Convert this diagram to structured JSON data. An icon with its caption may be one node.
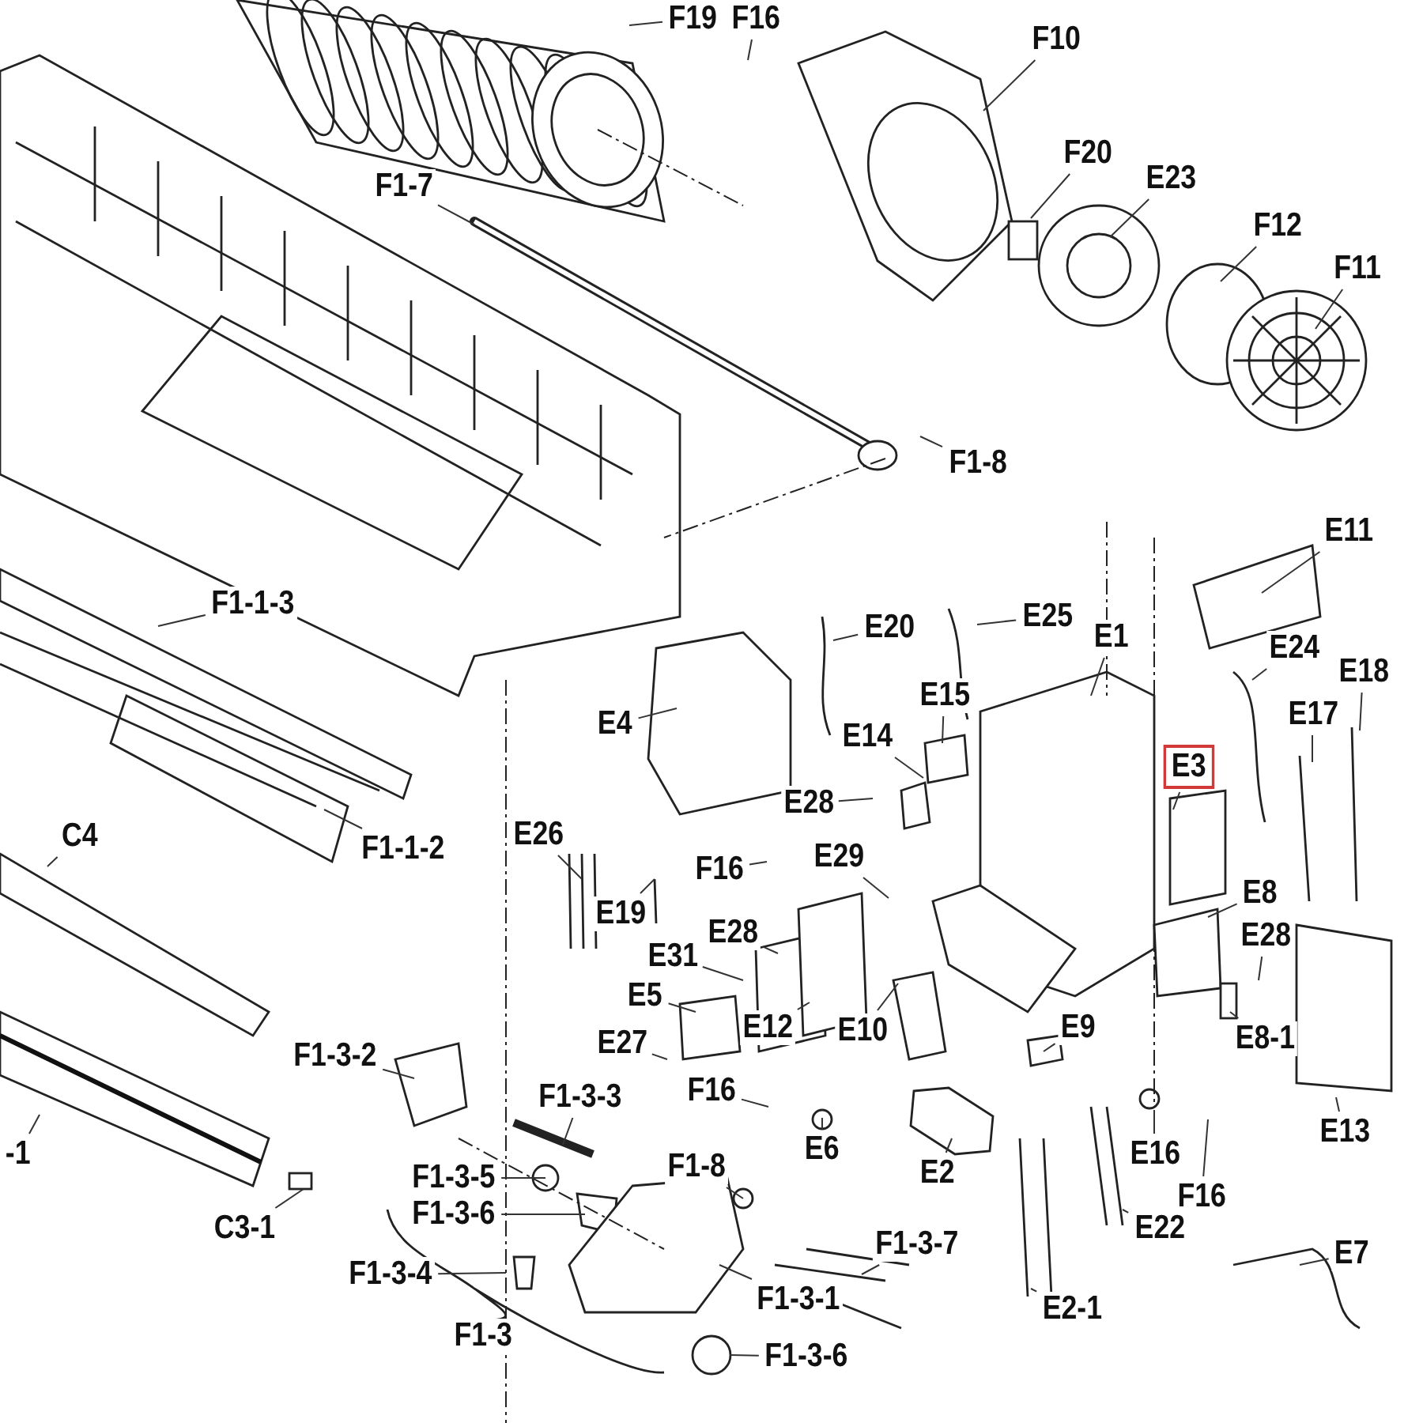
{
  "diagram": {
    "nodes": [
      {
        "text": [
          "F19"
        ]
      },
      {
        "text": [
          "F16"
        ]
      },
      {
        "text": [
          "F10"
        ]
      },
      {
        "text": [
          "F20"
        ]
      },
      {
        "text": [
          "E23"
        ]
      },
      {
        "text": [
          "F12"
        ]
      },
      {
        "text": [
          "F11"
        ]
      },
      {
        "text": [
          "F1-7"
        ]
      },
      {
        "text": [
          "F1-8"
        ]
      },
      {
        "text": [
          "F1-1-3"
        ]
      },
      {
        "text": [
          "F1-1-2"
        ]
      },
      {
        "text": [
          "C4"
        ]
      },
      {
        "text": [
          "-1"
        ]
      },
      {
        "text": [
          "E11"
        ]
      },
      {
        "text": [
          "E24"
        ]
      },
      {
        "text": [
          "E17"
        ]
      },
      {
        "text": [
          "E18"
        ]
      },
      {
        "text": [
          "E1"
        ]
      },
      {
        "text": [
          "E25"
        ]
      },
      {
        "text": [
          "E20"
        ]
      },
      {
        "text": [
          "E4"
        ]
      },
      {
        "text": [
          "E15"
        ]
      },
      {
        "text": [
          "E14"
        ]
      },
      {
        "text": [
          "E28"
        ]
      },
      {
        "text": [
          "E3"
        ]
      },
      {
        "text": [
          "E26"
        ]
      },
      {
        "text": [
          "E19"
        ]
      },
      {
        "text": [
          "F16"
        ]
      },
      {
        "text": [
          "E29"
        ]
      },
      {
        "text": [
          "E31"
        ]
      },
      {
        "text": [
          "E28"
        ]
      },
      {
        "text": [
          "E5"
        ]
      },
      {
        "text": [
          "E27"
        ]
      },
      {
        "text": [
          "E12"
        ]
      },
      {
        "text": [
          "E10"
        ]
      },
      {
        "text": [
          "E9"
        ]
      },
      {
        "text": [
          "E8"
        ]
      },
      {
        "text": [
          "E28"
        ]
      },
      {
        "text": [
          "E8-1"
        ]
      },
      {
        "text": [
          "E13"
        ]
      },
      {
        "text": [
          "E16"
        ]
      },
      {
        "text": [
          "F16"
        ]
      },
      {
        "text": [
          "F16"
        ]
      },
      {
        "text": [
          "E6"
        ]
      },
      {
        "text": [
          "E2"
        ]
      },
      {
        "text": [
          "E22"
        ]
      },
      {
        "text": [
          "E2-1"
        ]
      },
      {
        "text": [
          "E7"
        ]
      },
      {
        "text": [
          "F1-3-2"
        ]
      },
      {
        "text": [
          "F1-3-3"
        ]
      },
      {
        "text": [
          "F1-3-5"
        ]
      },
      {
        "text": [
          "F1-3-6"
        ]
      },
      {
        "text": [
          "F1-8"
        ]
      },
      {
        "text": [
          "F1-3-4"
        ]
      },
      {
        "text": [
          "F1-3-1"
        ]
      },
      {
        "text": [
          "F1-3-7"
        ]
      },
      {
        "text": [
          "F1-3"
        ]
      },
      {
        "text": [
          "F1-3-6"
        ]
      },
      {
        "text": [
          "C3-1"
        ]
      }
    ],
    "edges": [
      {
        "from": 0,
        "to": null,
        "arrow": "none"
      },
      {
        "from": 1,
        "to": null,
        "arrow": "none"
      },
      {
        "from": 2,
        "to": null,
        "arrow": "none"
      },
      {
        "from": 3,
        "to": null,
        "arrow": "none"
      },
      {
        "from": 4,
        "to": null,
        "arrow": "none"
      },
      {
        "from": 5,
        "to": null,
        "arrow": "none"
      },
      {
        "from": 6,
        "to": null,
        "arrow": "none"
      },
      {
        "from": 7,
        "to": null,
        "arrow": "none"
      },
      {
        "from": 8,
        "to": null,
        "arrow": "none"
      },
      {
        "from": 9,
        "to": null,
        "arrow": "none"
      },
      {
        "from": 10,
        "to": null,
        "arrow": "none"
      },
      {
        "from": 11,
        "to": null,
        "arrow": "none"
      },
      {
        "from": 12,
        "to": null,
        "arrow": "none"
      },
      {
        "from": 13,
        "to": null,
        "arrow": "none"
      },
      {
        "from": 14,
        "to": null,
        "arrow": "none"
      },
      {
        "from": 15,
        "to": null,
        "arrow": "none"
      },
      {
        "from": 16,
        "to": null,
        "arrow": "none"
      },
      {
        "from": 17,
        "to": null,
        "arrow": "none"
      },
      {
        "from": 18,
        "to": null,
        "arrow": "none"
      },
      {
        "from": 19,
        "to": null,
        "arrow": "none"
      },
      {
        "from": 20,
        "to": null,
        "arrow": "none"
      },
      {
        "from": 21,
        "to": null,
        "arrow": "none"
      },
      {
        "from": 22,
        "to": null,
        "arrow": "none"
      },
      {
        "from": 23,
        "to": null,
        "arrow": "none"
      },
      {
        "from": 24,
        "to": null,
        "arrow": "none"
      },
      {
        "from": 25,
        "to": null,
        "arrow": "none"
      },
      {
        "from": 26,
        "to": null,
        "arrow": "none"
      },
      {
        "from": 27,
        "to": null,
        "arrow": "none"
      },
      {
        "from": 28,
        "to": null,
        "arrow": "none"
      },
      {
        "from": 29,
        "to": null,
        "arrow": "none"
      },
      {
        "from": 30,
        "to": null,
        "arrow": "none"
      },
      {
        "from": 31,
        "to": null,
        "arrow": "none"
      },
      {
        "from": 32,
        "to": null,
        "arrow": "none"
      },
      {
        "from": 33,
        "to": null,
        "arrow": "none"
      },
      {
        "from": 34,
        "to": null,
        "arrow": "none"
      },
      {
        "from": 35,
        "to": null,
        "arrow": "none"
      },
      {
        "from": 36,
        "to": null,
        "arrow": "none"
      },
      {
        "from": 37,
        "to": null,
        "arrow": "none"
      },
      {
        "from": 38,
        "to": null,
        "arrow": "none"
      },
      {
        "from": 39,
        "to": null,
        "arrow": "none"
      },
      {
        "from": 40,
        "to": null,
        "arrow": "none"
      },
      {
        "from": 41,
        "to": null,
        "arrow": "none"
      },
      {
        "from": 42,
        "to": null,
        "arrow": "none"
      },
      {
        "from": 43,
        "to": null,
        "arrow": "none"
      },
      {
        "from": 44,
        "to": null,
        "arrow": "none"
      },
      {
        "from": 45,
        "to": null,
        "arrow": "none"
      },
      {
        "from": 46,
        "to": null,
        "arrow": "none"
      },
      {
        "from": 47,
        "to": null,
        "arrow": "none"
      },
      {
        "from": 48,
        "to": null,
        "arrow": "none"
      },
      {
        "from": 49,
        "to": null,
        "arrow": "none"
      },
      {
        "from": 50,
        "to": null,
        "arrow": "none"
      },
      {
        "from": 51,
        "to": null,
        "arrow": "none"
      },
      {
        "from": 52,
        "to": null,
        "arrow": "none"
      },
      {
        "from": 53,
        "to": null,
        "arrow": "none"
      },
      {
        "from": 54,
        "to": null,
        "arrow": "none"
      },
      {
        "from": 55,
        "to": null,
        "arrow": "none"
      },
      {
        "from": 57,
        "to": null,
        "arrow": "none"
      },
      {
        "from": 58,
        "to": null,
        "arrow": "none"
      }
    ]
  }
}
